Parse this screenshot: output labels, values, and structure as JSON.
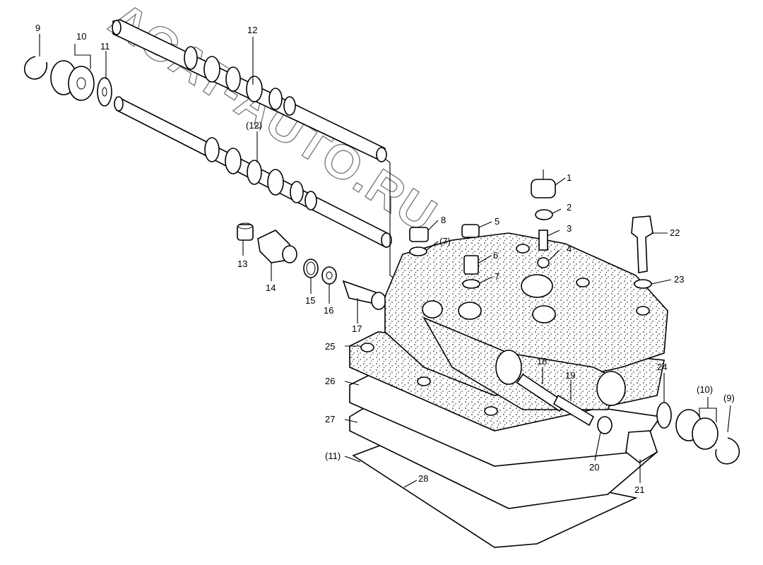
{
  "diagram": {
    "watermark": "ACAT-AUTO.RU",
    "callouts": [
      {
        "id": "c9",
        "text": "9"
      },
      {
        "id": "c10",
        "text": "10"
      },
      {
        "id": "c11",
        "text": "11"
      },
      {
        "id": "c12",
        "text": "12"
      },
      {
        "id": "c12b",
        "text": "(12)"
      },
      {
        "id": "c1",
        "text": "1"
      },
      {
        "id": "c2",
        "text": "2"
      },
      {
        "id": "c3",
        "text": "3"
      },
      {
        "id": "c4",
        "text": "4"
      },
      {
        "id": "c5",
        "text": "5"
      },
      {
        "id": "c6",
        "text": "6"
      },
      {
        "id": "c7",
        "text": "7"
      },
      {
        "id": "c7b",
        "text": "(7)"
      },
      {
        "id": "c8",
        "text": "8"
      },
      {
        "id": "c13",
        "text": "13"
      },
      {
        "id": "c14",
        "text": "14"
      },
      {
        "id": "c15",
        "text": "15"
      },
      {
        "id": "c16",
        "text": "16"
      },
      {
        "id": "c17",
        "text": "17"
      },
      {
        "id": "c18",
        "text": "18"
      },
      {
        "id": "c19",
        "text": "19"
      },
      {
        "id": "c20",
        "text": "20"
      },
      {
        "id": "c21",
        "text": "21"
      },
      {
        "id": "c22",
        "text": "22"
      },
      {
        "id": "c23",
        "text": "23"
      },
      {
        "id": "c24",
        "text": "24"
      },
      {
        "id": "c25",
        "text": "25"
      },
      {
        "id": "c26",
        "text": "26"
      },
      {
        "id": "c27",
        "text": "27"
      },
      {
        "id": "c28",
        "text": "28"
      },
      {
        "id": "c11b",
        "text": "(11)"
      },
      {
        "id": "c10b",
        "text": "(10)"
      },
      {
        "id": "c9b",
        "text": "(9)"
      }
    ]
  }
}
